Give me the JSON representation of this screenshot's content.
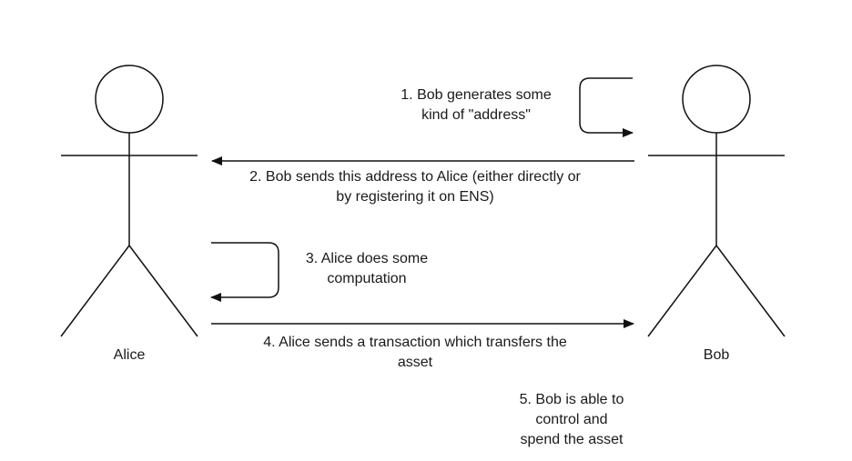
{
  "colors": {
    "stroke": "#111111",
    "text": "#1a1a1a",
    "background": "#ffffff"
  },
  "actors": {
    "alice": {
      "name": "Alice"
    },
    "bob": {
      "name": "Bob"
    }
  },
  "steps": [
    {
      "lines": [
        "1. Bob generates some",
        "kind of \"address\""
      ]
    },
    {
      "lines": [
        "2. Bob sends this address to Alice (either directly or",
        "by registering it on ENS)"
      ]
    },
    {
      "lines": [
        "3. Alice does some",
        "computation"
      ]
    },
    {
      "lines": [
        "4. Alice sends a transaction which transfers the",
        "asset"
      ]
    },
    {
      "lines": [
        "5. Bob is able to",
        "control and",
        "spend the asset"
      ]
    }
  ]
}
